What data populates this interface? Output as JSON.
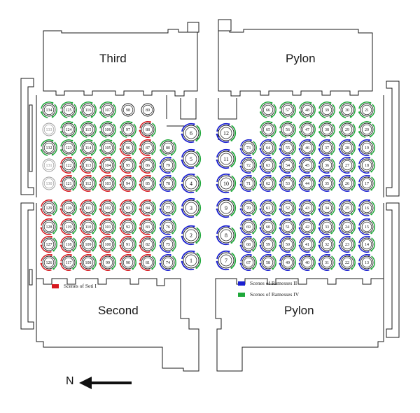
{
  "labels": {
    "third_left": "Third",
    "third_right": "Pylon",
    "second_left": "Second",
    "second_right": "Pylon"
  },
  "legend": [
    {
      "label": "Scenes of Seti I",
      "color": "#d7191f"
    },
    {
      "label": "Scenes of Ramesses II",
      "color": "#1a1fd0"
    },
    {
      "label": "Scenes of Ramesses IV",
      "color": "#1fa83a"
    }
  ],
  "north": {
    "label": "N"
  },
  "colors": {
    "seti": "#d7191f",
    "ramesses2": "#1a1fd0",
    "ramesses4": "#1fa83a",
    "wall": "#1a1a1a"
  },
  "columns": {
    "left_grid": [
      [
        {
          "n": "134",
          "s": "G"
        },
        {
          "n": "125",
          "s": "G"
        },
        {
          "n": "116",
          "s": "G"
        },
        {
          "n": "107",
          "s": "G"
        },
        {
          "n": "98",
          "s": ""
        },
        {
          "n": "89",
          "s": ""
        }
      ],
      [
        {
          "n": "133",
          "s": "F"
        },
        {
          "n": "124",
          "s": "G"
        },
        {
          "n": "115",
          "s": "G"
        },
        {
          "n": "106",
          "s": "G"
        },
        {
          "n": "97",
          "s": "G"
        },
        {
          "n": "88",
          "s": "RG"
        }
      ],
      [
        {
          "n": "132",
          "s": "G"
        },
        {
          "n": "123",
          "s": "G"
        },
        {
          "n": "114",
          "s": "G"
        },
        {
          "n": "105",
          "s": "G"
        },
        {
          "n": "96",
          "s": "RG"
        },
        {
          "n": "87",
          "s": "RG"
        }
      ],
      [
        {
          "n": "131",
          "s": "F"
        },
        {
          "n": "122",
          "s": "RG"
        },
        {
          "n": "113",
          "s": "RG"
        },
        {
          "n": "104",
          "s": "RG"
        },
        {
          "n": "95",
          "s": "RG"
        },
        {
          "n": "86",
          "s": "RG"
        }
      ],
      [
        {
          "n": "130",
          "s": "F"
        },
        {
          "n": "121",
          "s": "RG"
        },
        {
          "n": "112",
          "s": "RG"
        },
        {
          "n": "103",
          "s": "RG"
        },
        {
          "n": "94",
          "s": "RG"
        },
        {
          "n": "85",
          "s": "RG"
        }
      ],
      [
        {
          "n": "129",
          "s": "RG"
        },
        {
          "n": "120",
          "s": "RG"
        },
        {
          "n": "111",
          "s": "RG"
        },
        {
          "n": "102",
          "s": "RG"
        },
        {
          "n": "93",
          "s": "RG"
        },
        {
          "n": "84",
          "s": "RG"
        }
      ],
      [
        {
          "n": "128",
          "s": "RG"
        },
        {
          "n": "119",
          "s": "RG"
        },
        {
          "n": "110",
          "s": "RG"
        },
        {
          "n": "101",
          "s": "RG"
        },
        {
          "n": "92",
          "s": "RG"
        },
        {
          "n": "83",
          "s": "RG"
        }
      ],
      [
        {
          "n": "127",
          "s": "RG"
        },
        {
          "n": "118",
          "s": "RG"
        },
        {
          "n": "109",
          "s": "RG"
        },
        {
          "n": "100",
          "s": "RG"
        },
        {
          "n": "91",
          "s": "RG"
        },
        {
          "n": "82",
          "s": "RG"
        }
      ],
      [
        {
          "n": "126",
          "s": "RG"
        },
        {
          "n": "117",
          "s": "RG"
        },
        {
          "n": "108",
          "s": "RG"
        },
        {
          "n": "99",
          "s": "RG"
        },
        {
          "n": "90",
          "s": "RG"
        },
        {
          "n": "81",
          "s": "RG"
        }
      ]
    ],
    "left_extra": [
      {
        "n": "80",
        "s": "G"
      },
      {
        "n": "79",
        "s": "BG"
      },
      {
        "n": "78",
        "s": "BG"
      },
      {
        "n": "77",
        "s": "BG"
      },
      {
        "n": "76",
        "s": "BG"
      },
      {
        "n": "75",
        "s": "BG"
      },
      {
        "n": "74",
        "s": "BG"
      }
    ],
    "left_big": [
      {
        "n": "6",
        "s": "BG"
      },
      {
        "n": "5",
        "s": "BG"
      },
      {
        "n": "4",
        "s": "BG"
      },
      {
        "n": "3",
        "s": "BG"
      },
      {
        "n": "2",
        "s": "BG"
      },
      {
        "n": "1",
        "s": "BG"
      }
    ],
    "right_big": [
      {
        "n": "12",
        "s": "BG"
      },
      {
        "n": "11",
        "s": "BG"
      },
      {
        "n": "10",
        "s": "BG"
      },
      {
        "n": "9",
        "s": "BG"
      },
      {
        "n": "8",
        "s": "BG"
      },
      {
        "n": "7",
        "s": "BG"
      }
    ],
    "right_extra": [
      {
        "n": "73",
        "s": "BG"
      },
      {
        "n": "72",
        "s": "BG"
      },
      {
        "n": "71",
        "s": "BG"
      },
      {
        "n": "70",
        "s": "BG"
      },
      {
        "n": "69",
        "s": "BG"
      },
      {
        "n": "68",
        "s": "BG"
      },
      {
        "n": "67",
        "s": "BG"
      }
    ],
    "right_grid": [
      [
        {
          "n": "66",
          "s": "G"
        },
        {
          "n": "57",
          "s": "G"
        },
        {
          "n": "48",
          "s": "G"
        },
        {
          "n": "39",
          "s": "G"
        },
        {
          "n": "30",
          "s": "G"
        },
        {
          "n": "21",
          "s": "G"
        }
      ],
      [
        {
          "n": "65",
          "s": "G"
        },
        {
          "n": "56",
          "s": "G"
        },
        {
          "n": "47",
          "s": "G"
        },
        {
          "n": "38",
          "s": "G"
        },
        {
          "n": "29",
          "s": "G"
        },
        {
          "n": "20",
          "s": "G"
        }
      ],
      [
        {
          "n": "64",
          "s": "BG"
        },
        {
          "n": "55",
          "s": "BG"
        },
        {
          "n": "46",
          "s": "BG"
        },
        {
          "n": "37",
          "s": "BG"
        },
        {
          "n": "28",
          "s": "BG"
        },
        {
          "n": "19",
          "s": "BG"
        }
      ],
      [
        {
          "n": "63",
          "s": "BG"
        },
        {
          "n": "54",
          "s": "BG"
        },
        {
          "n": "45",
          "s": "BG"
        },
        {
          "n": "36",
          "s": "BG"
        },
        {
          "n": "27",
          "s": "BG"
        },
        {
          "n": "18",
          "s": "BG"
        }
      ],
      [
        {
          "n": "62",
          "s": "BG"
        },
        {
          "n": "53",
          "s": "BG"
        },
        {
          "n": "44",
          "s": "BG"
        },
        {
          "n": "35",
          "s": "BG"
        },
        {
          "n": "26",
          "s": "BG"
        },
        {
          "n": "17",
          "s": "BG"
        }
      ],
      [
        {
          "n": "61",
          "s": "BG"
        },
        {
          "n": "52",
          "s": "BG"
        },
        {
          "n": "43",
          "s": "BG"
        },
        {
          "n": "34",
          "s": "BG"
        },
        {
          "n": "25",
          "s": "BG"
        },
        {
          "n": "16",
          "s": "BG"
        }
      ],
      [
        {
          "n": "60",
          "s": "BG"
        },
        {
          "n": "51",
          "s": "BG"
        },
        {
          "n": "42",
          "s": "BG"
        },
        {
          "n": "33",
          "s": "BG"
        },
        {
          "n": "24",
          "s": "BG"
        },
        {
          "n": "15",
          "s": "BG"
        }
      ],
      [
        {
          "n": "59",
          "s": "BG"
        },
        {
          "n": "50",
          "s": "BG"
        },
        {
          "n": "41",
          "s": "BG"
        },
        {
          "n": "32",
          "s": "BG"
        },
        {
          "n": "23",
          "s": "BG"
        },
        {
          "n": "14",
          "s": "BG"
        }
      ],
      [
        {
          "n": "58",
          "s": "BG"
        },
        {
          "n": "49",
          "s": "BG"
        },
        {
          "n": "40",
          "s": "BG"
        },
        {
          "n": "31",
          "s": "BG"
        },
        {
          "n": "22",
          "s": "BG"
        },
        {
          "n": "13",
          "s": "BG"
        }
      ]
    ]
  }
}
